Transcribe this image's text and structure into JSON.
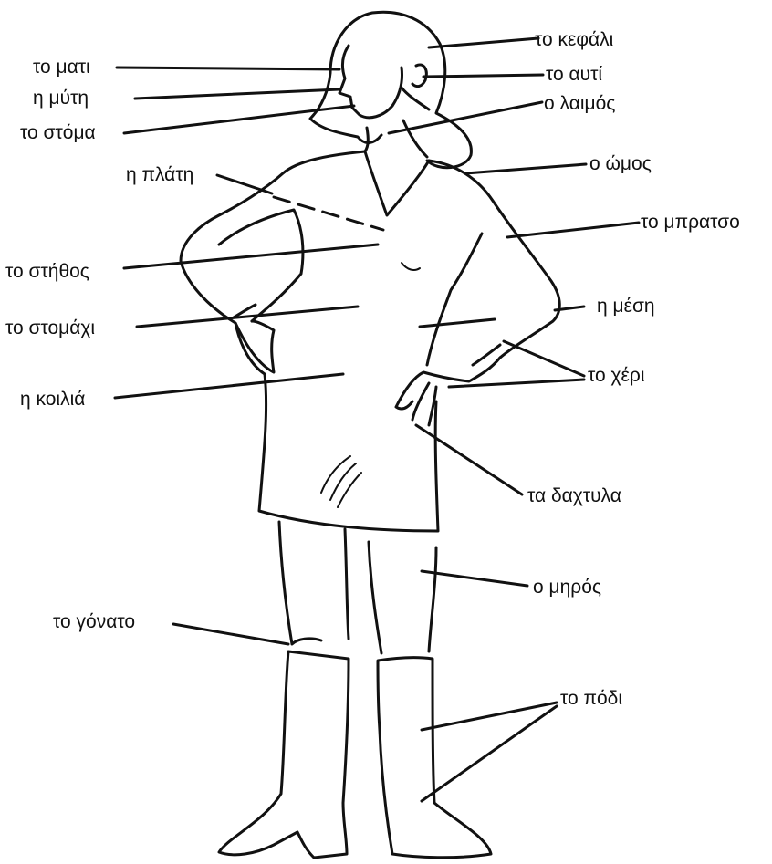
{
  "labels": {
    "head": "το κεφάλι",
    "ear": "το αυτί",
    "neck": "ο λαιμός",
    "shoulder": "ο ώμος",
    "arm": "το μπρατσο",
    "waist": "η μέση",
    "hand": "το χέρι",
    "fingers": "τα δαχτυλα",
    "thigh": "ο μηρός",
    "foot": "το πόδι",
    "eye": "το ματι",
    "nose": "η μύτη",
    "mouth": "το στόμα",
    "back": "η πλάτη",
    "chest": "το στήθος",
    "stomach": "το στομάχι",
    "belly": "η κοιλιά",
    "knee": "το γόνατο"
  }
}
